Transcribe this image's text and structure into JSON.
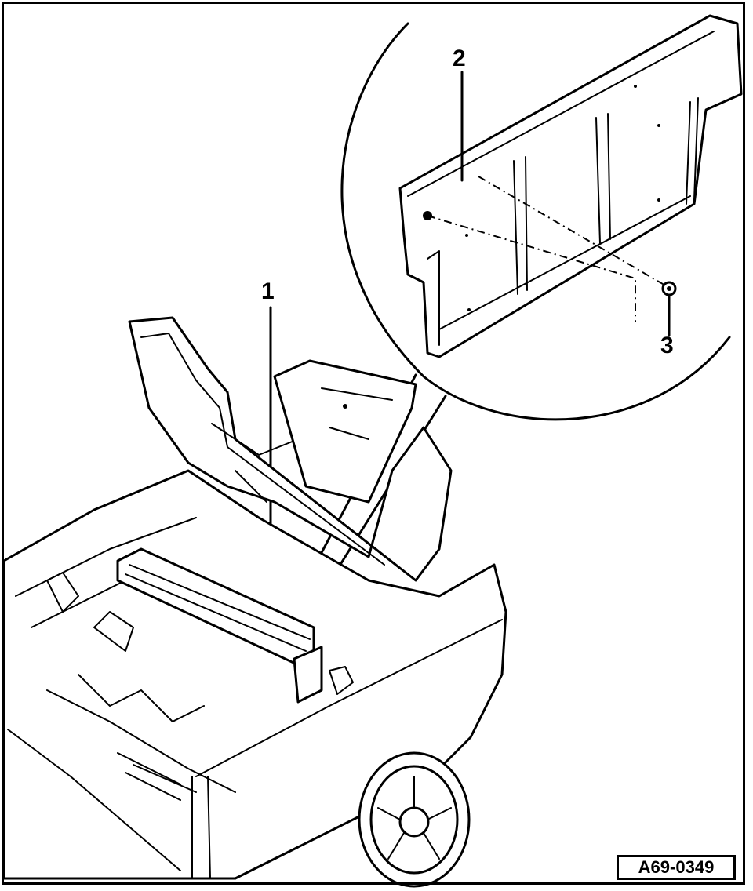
{
  "callouts": {
    "one": "1",
    "two": "2",
    "three": "3"
  },
  "figure_ref": "A69-0349"
}
